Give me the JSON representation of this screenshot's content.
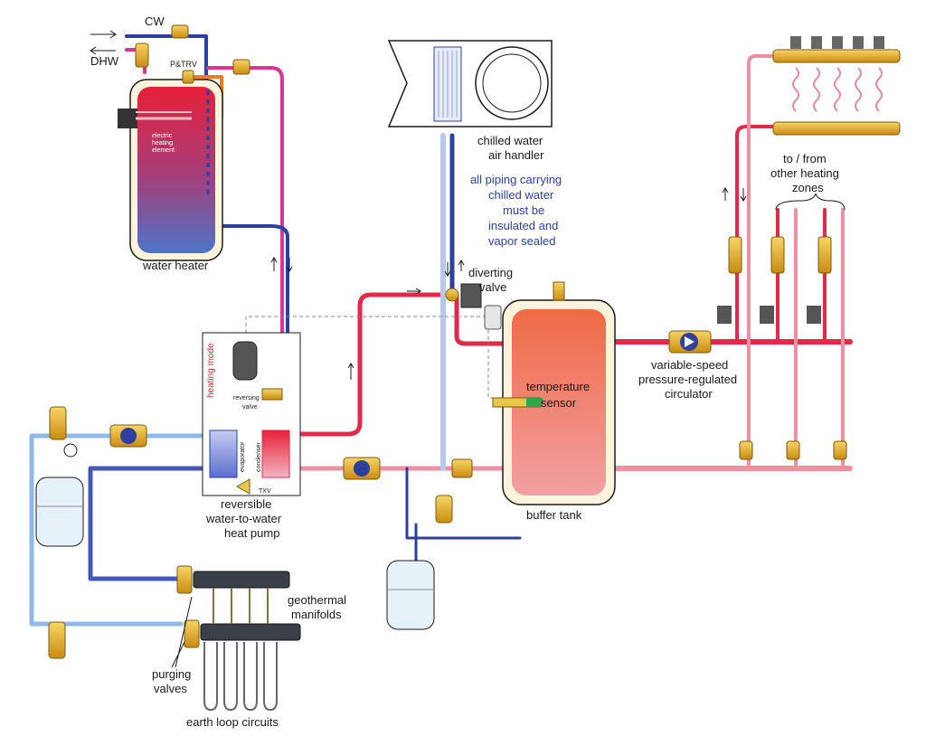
{
  "labels": {
    "cw": "CW",
    "dhw": "DHW",
    "ptrv": "P&TRV",
    "electric_element_1": "electric",
    "electric_element_2": "heating",
    "electric_element_3": "element",
    "water_heater": "water heater",
    "air_handler_1": "chilled water",
    "air_handler_2": "air handler",
    "insulation_note_1": "all piping carrying",
    "insulation_note_2": "chilled water",
    "insulation_note_3": "must be",
    "insulation_note_4": "insulated and",
    "insulation_note_5": "vapor sealed",
    "diverting_1": "diverting",
    "diverting_2": "valve",
    "zones_1": "to / from",
    "zones_2": "other heating",
    "zones_3": "zones",
    "circulator_1": "variable-speed",
    "circulator_2": "pressure-regulated",
    "circulator_3": "circulator",
    "temp_sensor_1": "temperature",
    "temp_sensor_2": "sensor",
    "buffer_tank": "buffer tank",
    "heating_mode": "heating mode",
    "reversing_1": "reversing",
    "reversing_2": "valve",
    "evaporator": "evaporator",
    "condenser": "condenser",
    "txv": "TXV",
    "heat_pump_1": "reversible",
    "heat_pump_2": "water-to-water",
    "heat_pump_3": "heat pump",
    "geo_1": "geothermal",
    "geo_2": "manifolds",
    "purging_1": "purging",
    "purging_2": "valves",
    "earth_loop": "earth loop circuits"
  },
  "colors": {
    "hot_red": "#e12a4a",
    "pink": "#ef8fa0",
    "magenta": "#d8359a",
    "chilled_blue": "#2e3f9e",
    "light_blue": "#8fb9e6",
    "brass": "#e8b42a",
    "tank_cream": "#fbf3dc",
    "buffer_orange": "#ef7a52"
  }
}
